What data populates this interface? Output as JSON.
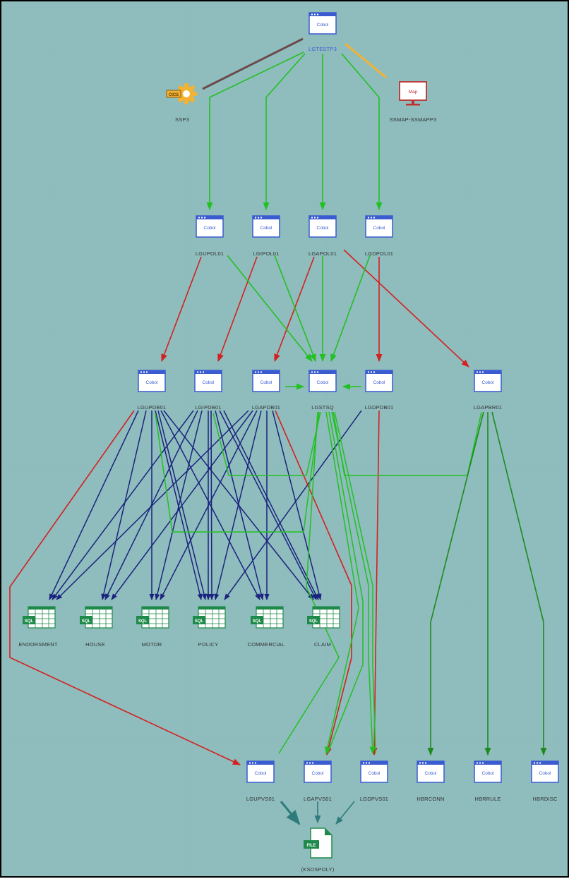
{
  "nodes": {
    "lgtestp3": {
      "label": "LGTESTP3",
      "icon_text": "Cobol"
    },
    "ssp3": {
      "label": "SSP3",
      "icon_text": "CICS"
    },
    "ssmap": {
      "label": "SSMAP-SSMAPP3",
      "icon_text": "Map"
    },
    "lgupol01": {
      "label": "LGUPOL01",
      "icon_text": "Cobol"
    },
    "lgipol01": {
      "label": "LGIPOL01",
      "icon_text": "Cobol"
    },
    "lgapol01": {
      "label": "LGAPOL01",
      "icon_text": "Cobol"
    },
    "lgdpol01": {
      "label": "LGDPOL01",
      "icon_text": "Cobol"
    },
    "lgupdb01": {
      "label": "LGUPDB01",
      "icon_text": "Cobol"
    },
    "lgipdb01": {
      "label": "LGIPDB01",
      "icon_text": "Cobol"
    },
    "lgapdb01": {
      "label": "LGAPDB01",
      "icon_text": "Cobol"
    },
    "lgstsq": {
      "label": "LGSTSQ",
      "icon_text": "Cobol"
    },
    "lgdpdb01": {
      "label": "LGDPDB01",
      "icon_text": "Cobol"
    },
    "lgapbr01": {
      "label": "LGAPBR01",
      "icon_text": "Cobol"
    },
    "endorsment": {
      "label": "ENDORSMENT",
      "icon_text": "SQL"
    },
    "house": {
      "label": "HOUSE",
      "icon_text": "SQL"
    },
    "motor": {
      "label": "MOTOR",
      "icon_text": "SQL"
    },
    "policy": {
      "label": "POLICY",
      "icon_text": "SQL"
    },
    "commercial": {
      "label": "COMMERCIAL",
      "icon_text": "SQL"
    },
    "claim": {
      "label": "CLAIM",
      "icon_text": "SQL"
    },
    "lgupvs01": {
      "label": "LGUPVS01",
      "icon_text": "Cobol"
    },
    "lgapvs01": {
      "label": "LGAPVS01",
      "icon_text": "Cobol"
    },
    "lgdpvs01": {
      "label": "LGDPVS01",
      "icon_text": "Cobol"
    },
    "hbrconn": {
      "label": "HBRCONN",
      "icon_text": "Cobol"
    },
    "hbrrule": {
      "label": "HBRRULE",
      "icon_text": "Cobol"
    },
    "hbrdisc": {
      "label": "HBRDISC",
      "icon_text": "Cobol"
    },
    "kdsfile": {
      "label": "(KSDSPOLY)",
      "icon_text": "FILE"
    }
  },
  "edge_colors": {
    "call": "#22c022",
    "read": "#d42020",
    "write": "#1a237e",
    "dark_green": "#1e8a1e",
    "teal": "#2f7a7a",
    "brown": "#6b4a4a",
    "orange": "#f2b233"
  }
}
